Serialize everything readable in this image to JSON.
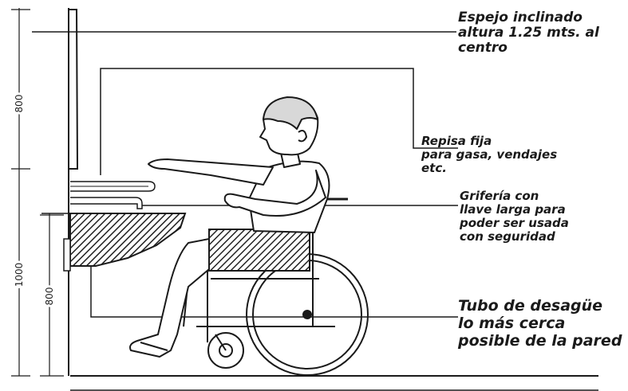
{
  "labels": {
    "mirror": [
      "Espejo inclinado",
      "altura 1.25 mts. al",
      "centro"
    ],
    "shelf": [
      "Repisa fija",
      "para gasa, vendajes",
      "etc."
    ],
    "faucet": [
      "Grifería con",
      "llave larga para",
      "poder ser usada",
      "con seguridad"
    ],
    "drain": [
      "Tubo de desagüe",
      "lo más cerca",
      "posible de la pared"
    ]
  },
  "dimensions": {
    "upper": "800",
    "overall": "1000",
    "counter": "800"
  },
  "colors": {
    "ink": "#1a1a1a",
    "background": "#ffffff"
  }
}
